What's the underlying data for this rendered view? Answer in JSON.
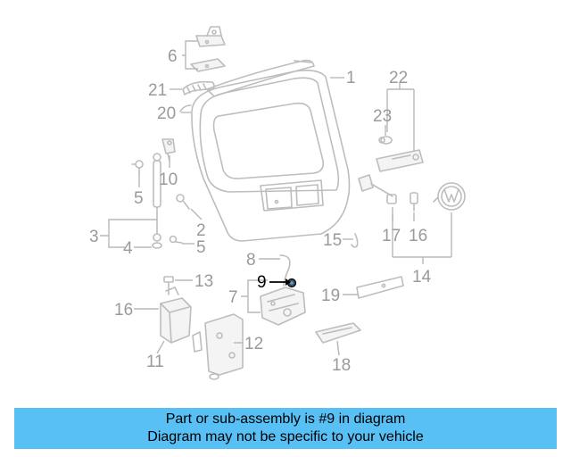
{
  "diagram": {
    "highlighted_part": "9",
    "callouts": {
      "c1": "1",
      "c2": "2",
      "c3": "3",
      "c4": "4",
      "c5a": "5",
      "c5b": "5",
      "c6": "6",
      "c7": "7",
      "c8": "8",
      "c9": "9",
      "c10": "10",
      "c11": "11",
      "c12": "12",
      "c13": "13",
      "c14": "14",
      "c15": "15",
      "c16a": "16",
      "c16b": "16",
      "c17": "17",
      "c18": "18",
      "c19": "19",
      "c20": "20",
      "c21": "21",
      "c22": "22",
      "c23": "23"
    }
  },
  "banner": {
    "line1": "Part or sub-assembly is #9 in diagram",
    "line2": "Diagram may not be specific to your vehicle",
    "color": "#58c0f5"
  }
}
